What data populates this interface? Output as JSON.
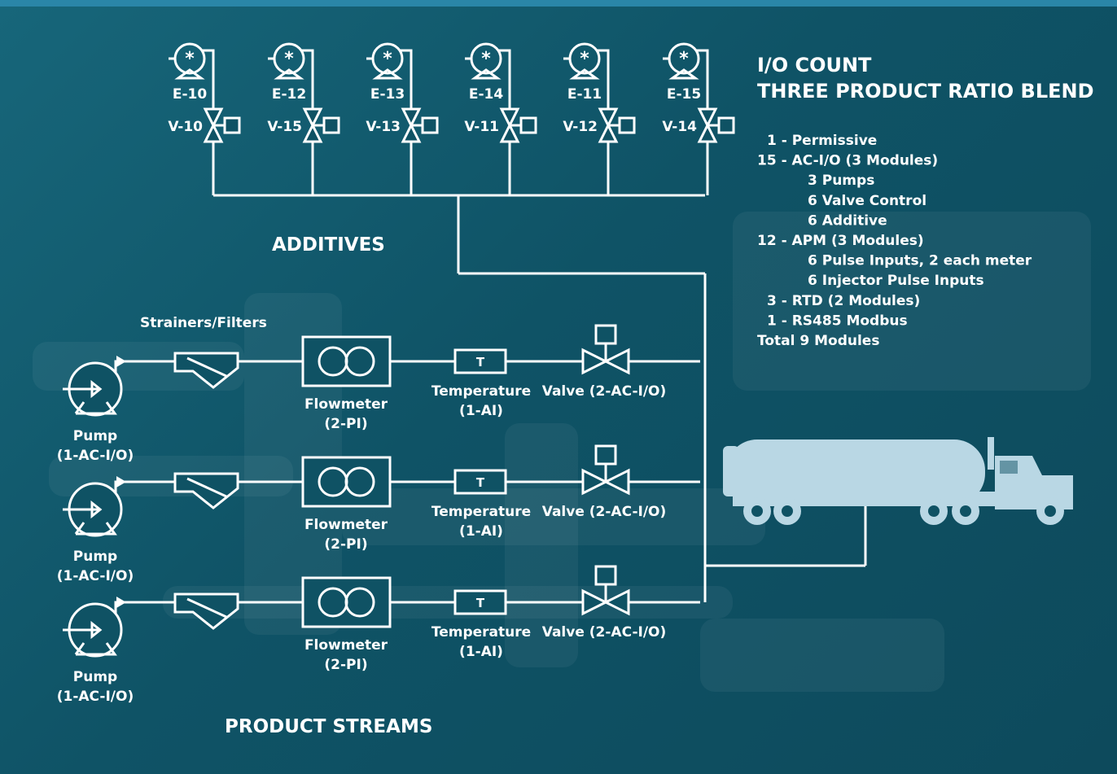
{
  "io_count": {
    "title_line1": "I/O COUNT",
    "title_line2": "THREE PRODUCT RATIO BLEND",
    "items": [
      {
        "text": "1 - Permissive",
        "indent": 1
      },
      {
        "text": "15 - AC-I/O (3 Modules)",
        "indent": 0
      },
      {
        "text": "3 Pumps",
        "indent": 2
      },
      {
        "text": "6 Valve Control",
        "indent": 2
      },
      {
        "text": "6 Additive",
        "indent": 2
      },
      {
        "text": "12 - APM (3 Modules)",
        "indent": 0
      },
      {
        "text": "6 Pulse Inputs, 2 each meter",
        "indent": 2
      },
      {
        "text": "6 Injector Pulse Inputs",
        "indent": 2
      },
      {
        "text": "3 - RTD (2 Modules)",
        "indent": 1
      },
      {
        "text": "1 - RS485 Modbus",
        "indent": 1
      },
      {
        "text": "Total 9 Modules",
        "indent": 0
      }
    ]
  },
  "additives": {
    "heading": "ADDITIVES",
    "injectors": [
      {
        "pump": "E-10",
        "valve": "V-10"
      },
      {
        "pump": "E-12",
        "valve": "V-15"
      },
      {
        "pump": "E-13",
        "valve": "V-13"
      },
      {
        "pump": "E-14",
        "valve": "V-11"
      },
      {
        "pump": "E-11",
        "valve": "V-12"
      },
      {
        "pump": "E-15",
        "valve": "V-14"
      }
    ]
  },
  "streams": {
    "heading": "PRODUCT STREAMS",
    "strainers_label": "Strainers/Filters",
    "rows": [
      {
        "pump_name": "Pump",
        "pump_io": "(1-AC-I/O)",
        "flowmeter_name": "Flowmeter",
        "flowmeter_io": "(2-PI)",
        "temp_symbol": "T",
        "temp_name": "Temperature",
        "temp_io": "(1-AI)",
        "valve_label": "Valve (2-AC-I/O)"
      },
      {
        "pump_name": "Pump",
        "pump_io": "(1-AC-I/O)",
        "flowmeter_name": "Flowmeter",
        "flowmeter_io": "(2-PI)",
        "temp_symbol": "T",
        "temp_name": "Temperature",
        "temp_io": "(1-AI)",
        "valve_label": "Valve (2-AC-I/O)"
      },
      {
        "pump_name": "Pump",
        "pump_io": "(1-AC-I/O)",
        "flowmeter_name": "Flowmeter",
        "flowmeter_io": "(2-PI)",
        "temp_symbol": "T",
        "temp_name": "Temperature",
        "temp_io": "(1-AI)",
        "valve_label": "Valve (2-AC-I/O)"
      }
    ]
  },
  "colors": {
    "background": "#0f5264",
    "line": "#ffffff",
    "truck": "#b9d7e4"
  }
}
